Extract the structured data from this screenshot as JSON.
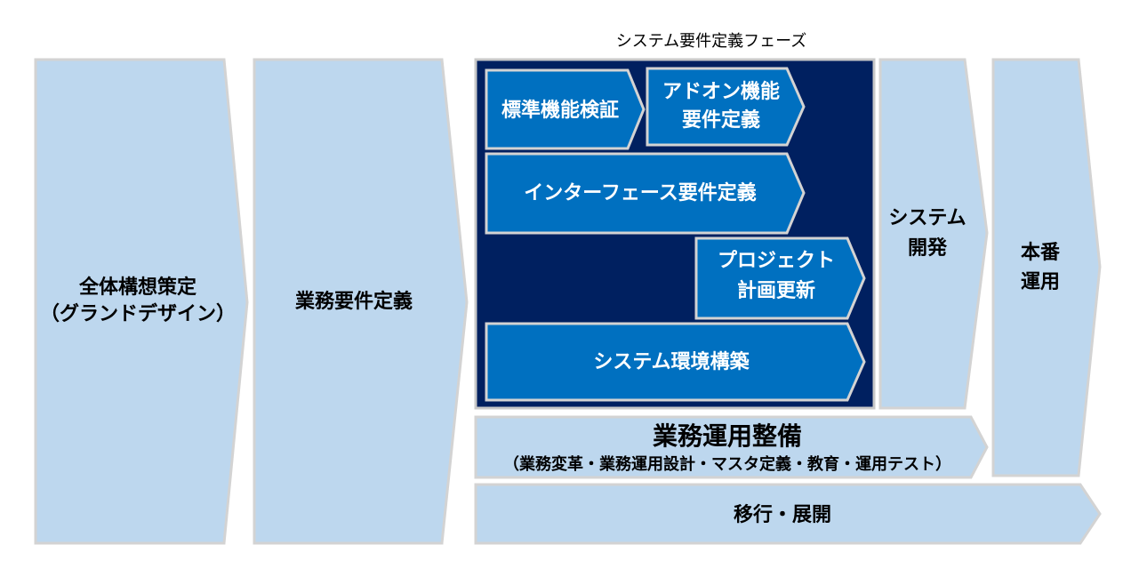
{
  "phase_title": "システム要件定義フェーズ",
  "blocks": {
    "grand_design": {
      "lines": [
        "全体構想策定",
        "（グランドデザイン）"
      ]
    },
    "business_requirements": {
      "lines": [
        "業務要件定義"
      ]
    },
    "standard_function_verification": {
      "lines": [
        "標準機能検証"
      ]
    },
    "addon_requirements": {
      "lines": [
        "アドオン機能",
        "要件定義"
      ]
    },
    "interface_requirements": {
      "lines": [
        "インターフェース要件定義"
      ]
    },
    "project_plan_update": {
      "lines": [
        "プロジェクト",
        "計画更新"
      ]
    },
    "system_environment": {
      "lines": [
        "システム環境構築"
      ]
    },
    "system_development": {
      "lines": [
        "システム",
        "開発"
      ]
    },
    "production_operation": {
      "lines": [
        "本番",
        "運用"
      ]
    },
    "business_operation_prep": {
      "lines": [
        "業務運用整備",
        "（業務変革・業務運用設計・マスタ定義・教育・運用テスト）"
      ]
    },
    "migration_rollout": {
      "lines": [
        "移行・展開"
      ]
    }
  },
  "colors": {
    "light": "#bdd7ee",
    "inner": "#0070c0",
    "dark": "#002060",
    "border": "#d3d3d3"
  }
}
